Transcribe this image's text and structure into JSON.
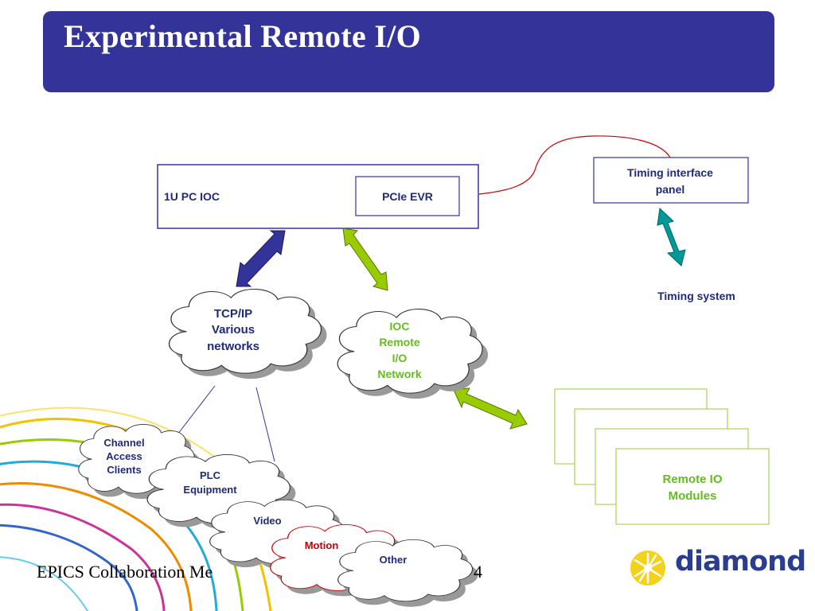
{
  "title": "Experimental Remote I/O",
  "ioc_box": {
    "label": "1U PC IOC",
    "evr_label": "PCIe EVR"
  },
  "timing_panel": {
    "line1": "Timing interface",
    "line2": "panel"
  },
  "timing_system": "Timing system",
  "tcp_cloud": {
    "line1": "TCP/IP",
    "line2": "Various",
    "line3": "networks"
  },
  "ioc_cloud": {
    "line1": "IOC",
    "line2": "Remote",
    "line3": "I/O",
    "line4": "Network"
  },
  "clients_cloud": {
    "line1": "Channel",
    "line2": "Access",
    "line3": "Clients"
  },
  "plc_cloud": {
    "line1": "PLC",
    "line2": "Equipment"
  },
  "video_cloud": "Video",
  "motion_cloud": "Motion",
  "other_cloud": "Other",
  "remote_io": {
    "line1": "Remote IO",
    "line2": "Modules"
  },
  "footer": "EPICS Collaboration Me",
  "page_number": "4",
  "logo_text": "diamond",
  "colors": {
    "title_bg": "#333399",
    "diagram_text": "#1f2a7a",
    "green_text": "#66bb22",
    "red_text": "#cc0000",
    "blue_arrow": "#333399",
    "green_arrow": "#99cc00",
    "teal_arrow": "#00999a",
    "remote_box_border": "#99cc33"
  }
}
